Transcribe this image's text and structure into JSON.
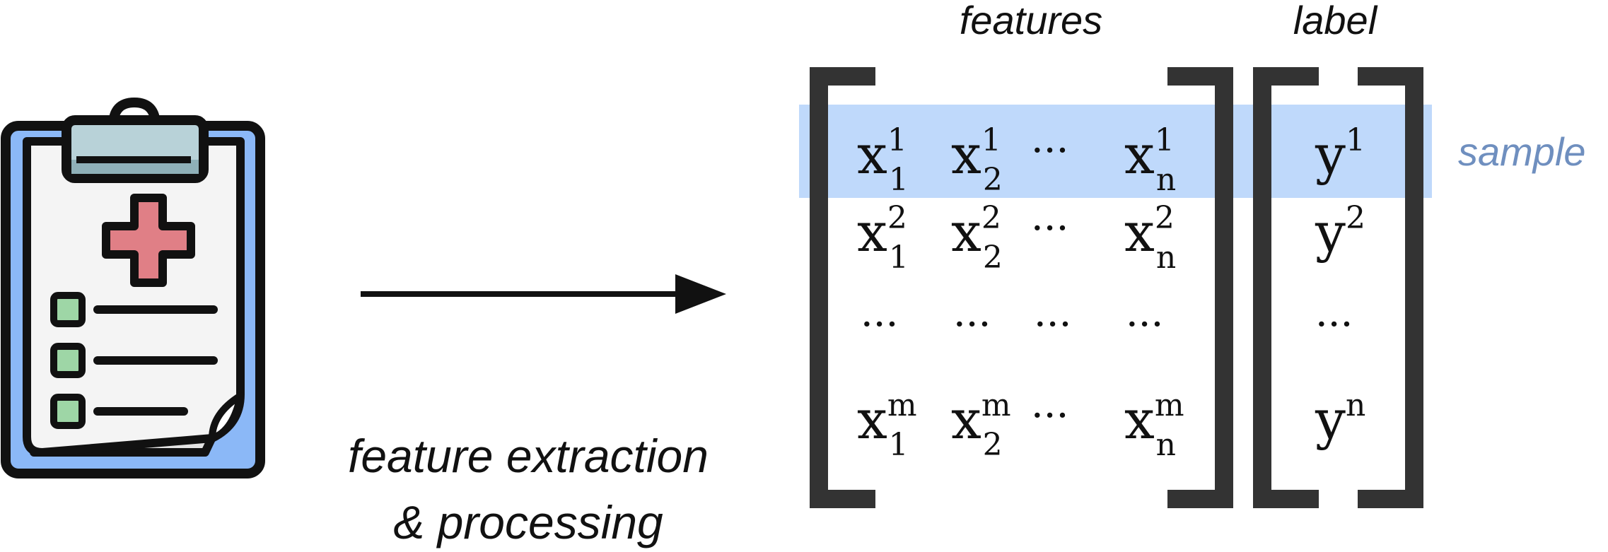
{
  "caption": {
    "line1": "feature extraction",
    "line2": "& processing"
  },
  "headers": {
    "features": "features",
    "label": "label"
  },
  "sample_label": "sample",
  "ellipsis": "···",
  "matrix_rows": [
    {
      "x1": {
        "base": "x",
        "sup": "1",
        "sub": "1"
      },
      "x2": {
        "base": "x",
        "sup": "1",
        "sub": "2"
      },
      "xn": {
        "base": "x",
        "sup": "1",
        "sub": "n"
      },
      "y": {
        "base": "y",
        "sup": "1"
      }
    },
    {
      "x1": {
        "base": "x",
        "sup": "2",
        "sub": "1"
      },
      "x2": {
        "base": "x",
        "sup": "2",
        "sub": "2"
      },
      "xn": {
        "base": "x",
        "sup": "2",
        "sub": "n"
      },
      "y": {
        "base": "y",
        "sup": "2"
      }
    },
    {
      "x1": {
        "base": "x",
        "sup": "m",
        "sub": "1"
      },
      "x2": {
        "base": "x",
        "sup": "m",
        "sub": "2"
      },
      "xn": {
        "base": "x",
        "sup": "m",
        "sub": "n"
      },
      "y": {
        "base": "y",
        "sup": "n"
      }
    }
  ],
  "colors": {
    "highlight": "#bfd9fb",
    "sample_text": "#6f8fbf",
    "bracket": "#333333",
    "clipboard_board": "#8bb8f7",
    "clipboard_paper": "#f4f4f4",
    "clip": "#b8d2d8",
    "cross": "#e07f86",
    "checkbox": "#9ed6a6",
    "outline": "#111111"
  },
  "icons": {
    "document": "medical-clipboard-icon",
    "arrow": "arrow-right-icon"
  }
}
